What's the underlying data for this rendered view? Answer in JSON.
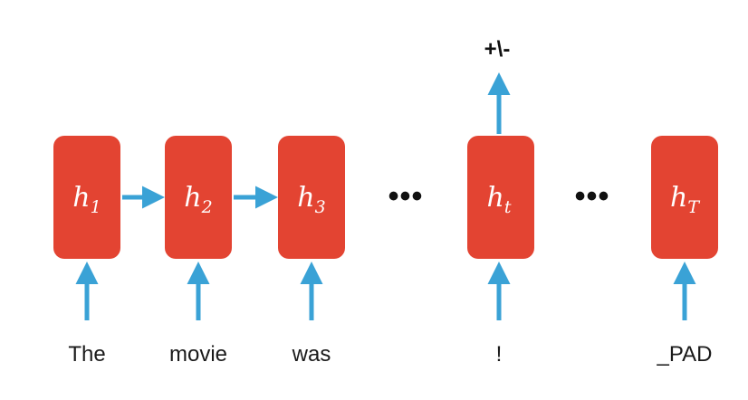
{
  "colors": {
    "cell_fill": "#e34432",
    "arrow": "#3aa2d6",
    "text": "#1a1a1a"
  },
  "cells": [
    {
      "var": "h",
      "sub": "1"
    },
    {
      "var": "h",
      "sub": "2"
    },
    {
      "var": "h",
      "sub": "3"
    },
    {
      "var": "h",
      "sub": "t"
    },
    {
      "var": "h",
      "sub": "T"
    }
  ],
  "inputs": [
    "The",
    "movie",
    "was",
    "!",
    "_PAD"
  ],
  "ellipses": [
    "•••",
    "•••"
  ],
  "output_label": "+\\-"
}
